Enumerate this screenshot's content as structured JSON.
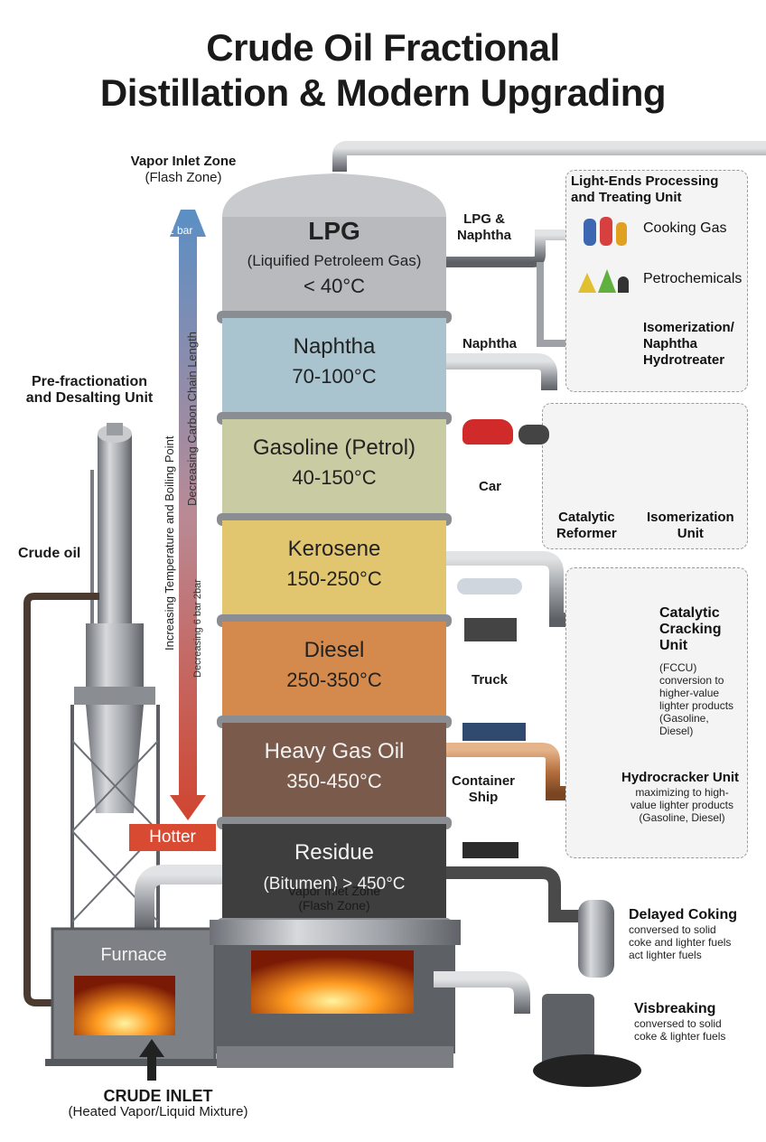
{
  "title": {
    "line1": "Crude Oil Fractional",
    "line2": "Distillation & Modern Upgrading"
  },
  "top_left": {
    "title": "Vapor Inlet Zone",
    "subtitle": "(Flash Zone)"
  },
  "arrow": {
    "pressure": "2 bar",
    "vertical_text": "Decreasing Carbon Chain Length",
    "vertical_text_2": "Increasing Temperature and Boiling Point",
    "small_text": "Decreasing 6 bar 2bar",
    "hotter": "Hotter"
  },
  "prefrac": {
    "line1": "Pre-fractionation",
    "line2": "and Desalting Unit"
  },
  "crude_oil": "Crude oil",
  "stages": [
    {
      "name": "LPG",
      "sub": "(Liquified Petroleem Gas)",
      "temp": "< 40°C",
      "color": "#b8babd"
    },
    {
      "name": "Naphtha",
      "temp": "70-100°C",
      "color": "#a9c3cf"
    },
    {
      "name": "Gasoline (Petrol)",
      "temp": "40-150°C",
      "color": "#c9cba2"
    },
    {
      "name": "Kerosene",
      "temp": "150-250°C",
      "color": "#e2c66f"
    },
    {
      "name": "Diesel",
      "temp": "250-350°C",
      "color": "#d48a4c"
    },
    {
      "name": "Heavy Gas Oil",
      "temp": "350-450°C",
      "color": "#7a5a4a"
    },
    {
      "name": "Residue",
      "sub": "(Bitumen) > 450°C",
      "color": "#3e3e3e"
    }
  ],
  "flash_zone": {
    "line1": "Vapor Inlet Zone",
    "line2": "(Flash Zone)"
  },
  "outlets": {
    "lpg_naphtha_1": "LPG &",
    "lpg_naphtha_2": "Naphtha",
    "naphtha": "Naphtha",
    "car": "Car",
    "truck": "Truck",
    "container_1": "Container",
    "container_2": "Ship"
  },
  "light_ends": {
    "title1": "Light-Ends Processing",
    "title2": "and Treating Unit",
    "cooking_gas": "Cooking Gas",
    "petrochemicals": "Petrochemicals",
    "iso1": "Isomerization/",
    "iso2": "Naphtha",
    "iso3": "Hydrotreater"
  },
  "reformer": {
    "cat1": "Catalytic",
    "cat2": "Reformer",
    "iso1": "Isomerization",
    "iso2": "Unit"
  },
  "fccu": {
    "t1": "Catalytic",
    "t2": "Cracking",
    "t3": "Unit",
    "d1": "(FCCU)",
    "d2": "conversion to",
    "d3": "higher-value",
    "d4": "lighter products",
    "d5": "(Gasoline,",
    "d6": "Diesel)"
  },
  "hydrocracker": {
    "t": "Hydrocracker Unit",
    "d1": "maximizing to high-",
    "d2": "value lighter products",
    "d3": "(Gasoline, Diesel)"
  },
  "coking": {
    "t": "Delayed Coking",
    "d1": "conversed to solid",
    "d2": "coke and lighter fuels",
    "d3": "act lighter fuels"
  },
  "visbreaking": {
    "t": "Visbreaking",
    "d1": "conversed to solid",
    "d2": "coke & lighter fuels"
  },
  "furnace": "Furnace",
  "crude_inlet": {
    "t": "CRUDE INLET",
    "sub": "(Heated Vapor/Liquid Mixture)"
  }
}
